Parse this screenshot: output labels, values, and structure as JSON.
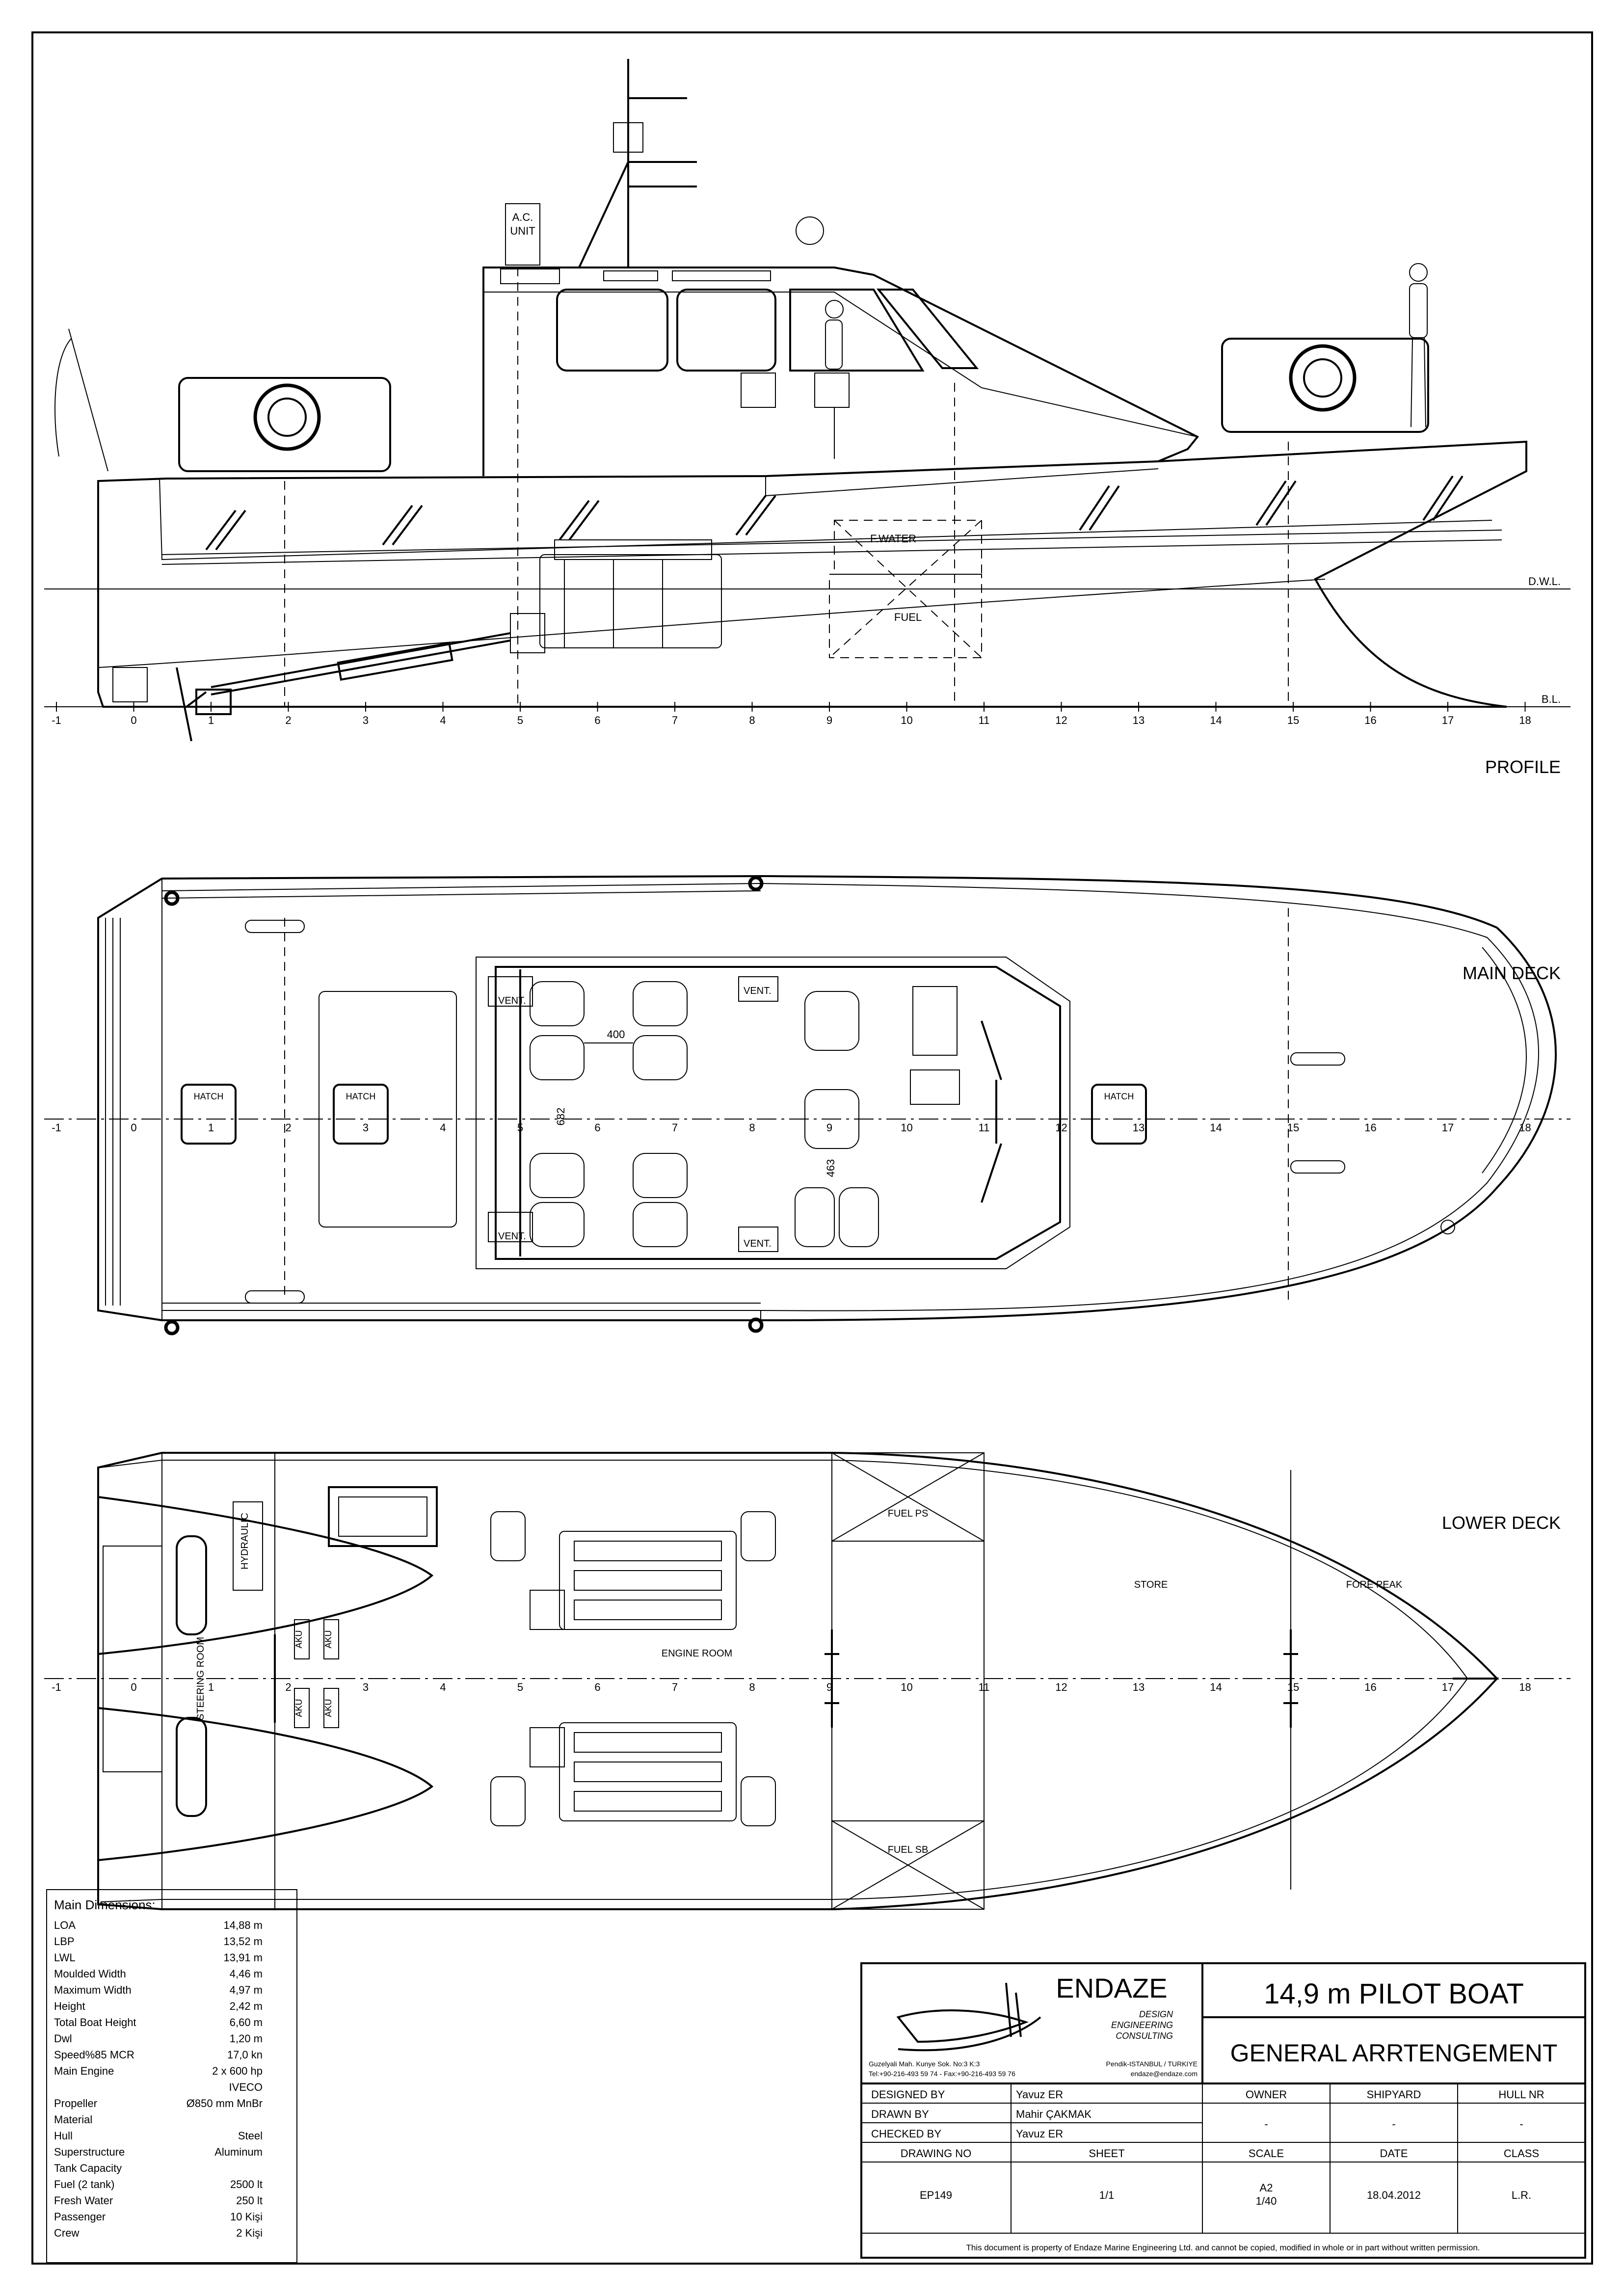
{
  "views": {
    "profile": "PROFILE",
    "main_deck": "MAIN DECK",
    "lower_deck": "LOWER DECK"
  },
  "frame_numbers": [
    "-1",
    "0",
    "1",
    "2",
    "3",
    "4",
    "5",
    "6",
    "7",
    "8",
    "9",
    "10",
    "11",
    "12",
    "13",
    "14",
    "15",
    "16",
    "17",
    "18"
  ],
  "profile": {
    "dwl": "D.W.L.",
    "bl": "B.L.",
    "ac_unit_1": "A.C.",
    "ac_unit_2": "UNIT",
    "f_water": "F.WATER",
    "fuel": "FUEL"
  },
  "main_deck": {
    "hatch": "HATCH",
    "vent": "VENT.",
    "dim_400": "400",
    "dim_682": "682",
    "dim_463": "463"
  },
  "lower_deck": {
    "hydraulic": "HYDRAULIC",
    "steering_room": "STEERING ROOM",
    "aku": "AKU",
    "engine_room": "ENGINE ROOM",
    "fuel_ps": "FUEL PS",
    "fuel_sb": "FUEL SB",
    "store": "STORE",
    "fore_peak": "FORE PEAK"
  },
  "main_dimensions": {
    "title": "Main Dimensions:",
    "rows": [
      {
        "label": "LOA",
        "value": "14,88 m"
      },
      {
        "label": "LBP",
        "value": "13,52 m"
      },
      {
        "label": "LWL",
        "value": "13,91 m"
      },
      {
        "label": "Moulded Width",
        "value": "4,46 m"
      },
      {
        "label": "Maximum Width",
        "value": "4,97 m"
      },
      {
        "label": "Height",
        "value": "2,42 m"
      },
      {
        "label": "Total Boat Height",
        "value": "6,60 m"
      },
      {
        "label": "Dwl",
        "value": "1,20 m"
      },
      {
        "label": "Speed%85 MCR",
        "value": "17,0 kn"
      },
      {
        "label": "Main Engine",
        "value": "2 x 600 hp"
      },
      {
        "label": "",
        "value": "IVECO"
      },
      {
        "label": "Propeller",
        "value": "Ø850 mm MnBr"
      },
      {
        "label": "Material",
        "value": ""
      },
      {
        "label": "Hull",
        "value": "Steel"
      },
      {
        "label": "Superstructure",
        "value": "Aluminum"
      },
      {
        "label": "Tank Capacity",
        "value": ""
      },
      {
        "label": "Fuel (2 tank)",
        "value": "2500 lt"
      },
      {
        "label": "Fresh Water",
        "value": "250 lt"
      },
      {
        "label": "Passenger",
        "value": "10 Kişi"
      },
      {
        "label": "Crew",
        "value": "2 Kişi"
      }
    ]
  },
  "title_block": {
    "company": "ENDAZE",
    "tagline_1": "DESIGN",
    "tagline_2": "ENGINEERING",
    "tagline_3": "CONSULTING",
    "address_1": "Guzelyali Mah. Kunye Sok. No:3 K:3",
    "address_2": "Tel:+90-216-493 59 74 - Fax:+90-216-493 59 76",
    "city": "Pendik-ISTANBUL / TURKIYE",
    "email": "endaze@endaze.com",
    "title": "14,9 m PILOT BOAT",
    "subtitle": "GENERAL ARRTENGEMENT",
    "designed_by_label": "DESIGNED BY",
    "designed_by": "Yavuz ER",
    "drawn_by_label": "DRAWN BY",
    "drawn_by": "Mahir ÇAKMAK",
    "checked_by_label": "CHECKED BY",
    "checked_by": "Yavuz ER",
    "owner_label": "OWNER",
    "owner": "-",
    "shipyard_label": "SHIPYARD",
    "shipyard": "-",
    "hull_nr_label": "HULL NR",
    "hull_nr": "-",
    "drawing_no_label": "DRAWING NO",
    "drawing_no": "EP149",
    "sheet_label": "SHEET",
    "sheet": "1/1",
    "scale_label": "SCALE",
    "scale_1": "A2",
    "scale_2": "1/40",
    "date_label": "DATE",
    "date": "18.04.2012",
    "class_label": "CLASS",
    "class": "L.R.",
    "disclaimer": "This document is property of  Endaze Marine Engineering Ltd. and cannot be copied, modified in whole or in part without written permission."
  }
}
